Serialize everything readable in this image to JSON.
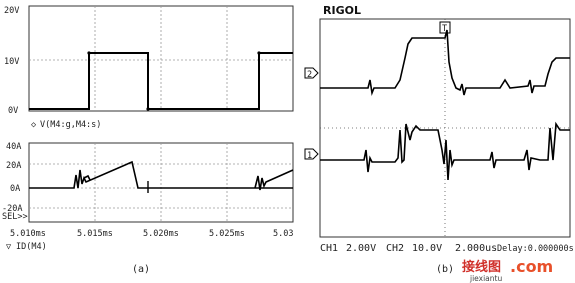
{
  "panel_a": {
    "caption": "(a)",
    "top": {
      "y_labels": [
        "20V",
        "10V",
        "0V"
      ],
      "trace_label": "V(M4:g,M4:s)",
      "trace_marker": "◇"
    },
    "bottom": {
      "y_labels": [
        "40A",
        "20A",
        "0A",
        "-20A"
      ],
      "trace_label": "ID(M4)",
      "trace_marker": "▽",
      "sel_label": "SEL>>"
    },
    "x_ticks": [
      "5.010ms",
      "5.015ms",
      "5.020ms",
      "5.025ms",
      "5.03"
    ]
  },
  "panel_b": {
    "caption": "(b)",
    "brand": "RIGOL",
    "ch2_marker": "2",
    "ch1_marker": "1",
    "trigger_marker": "T",
    "readout": {
      "ch1": "CH1",
      "ch1_scale": "2.00V",
      "ch2": "CH2",
      "ch2_scale": "10.0V",
      "timebase": "2.000us",
      "delay": "Delay:0.000000s"
    }
  },
  "watermark": {
    "text": "接线图",
    "com": ".com",
    "url": "jiexiantu"
  }
}
